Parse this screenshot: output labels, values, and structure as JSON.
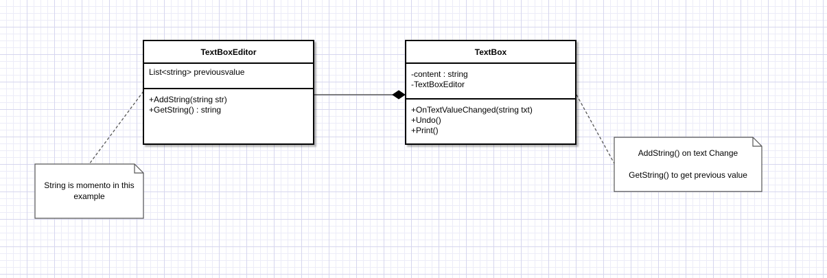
{
  "classes": {
    "textbox_editor": {
      "name": "TextBoxEditor",
      "attributes": [
        "List<string> previousvalue"
      ],
      "methods": [
        "+AddString(string str)",
        "+GetString() : string"
      ]
    },
    "textbox": {
      "name": "TextBox",
      "attributes": [
        "-content : string",
        "-TextBoxEditor"
      ],
      "methods": [
        "+OnTextValueChanged(string txt)",
        "+Undo()",
        "+Print()"
      ]
    }
  },
  "notes": {
    "memento_note": {
      "lines": [
        "String is momento in this",
        "example"
      ]
    },
    "usage_note": {
      "lines": [
        "AddString() on text  Change",
        "GetString() to get previous value"
      ]
    }
  },
  "relationships": [
    {
      "from": "textbox_editor",
      "to": "textbox",
      "type": "composition"
    }
  ]
}
